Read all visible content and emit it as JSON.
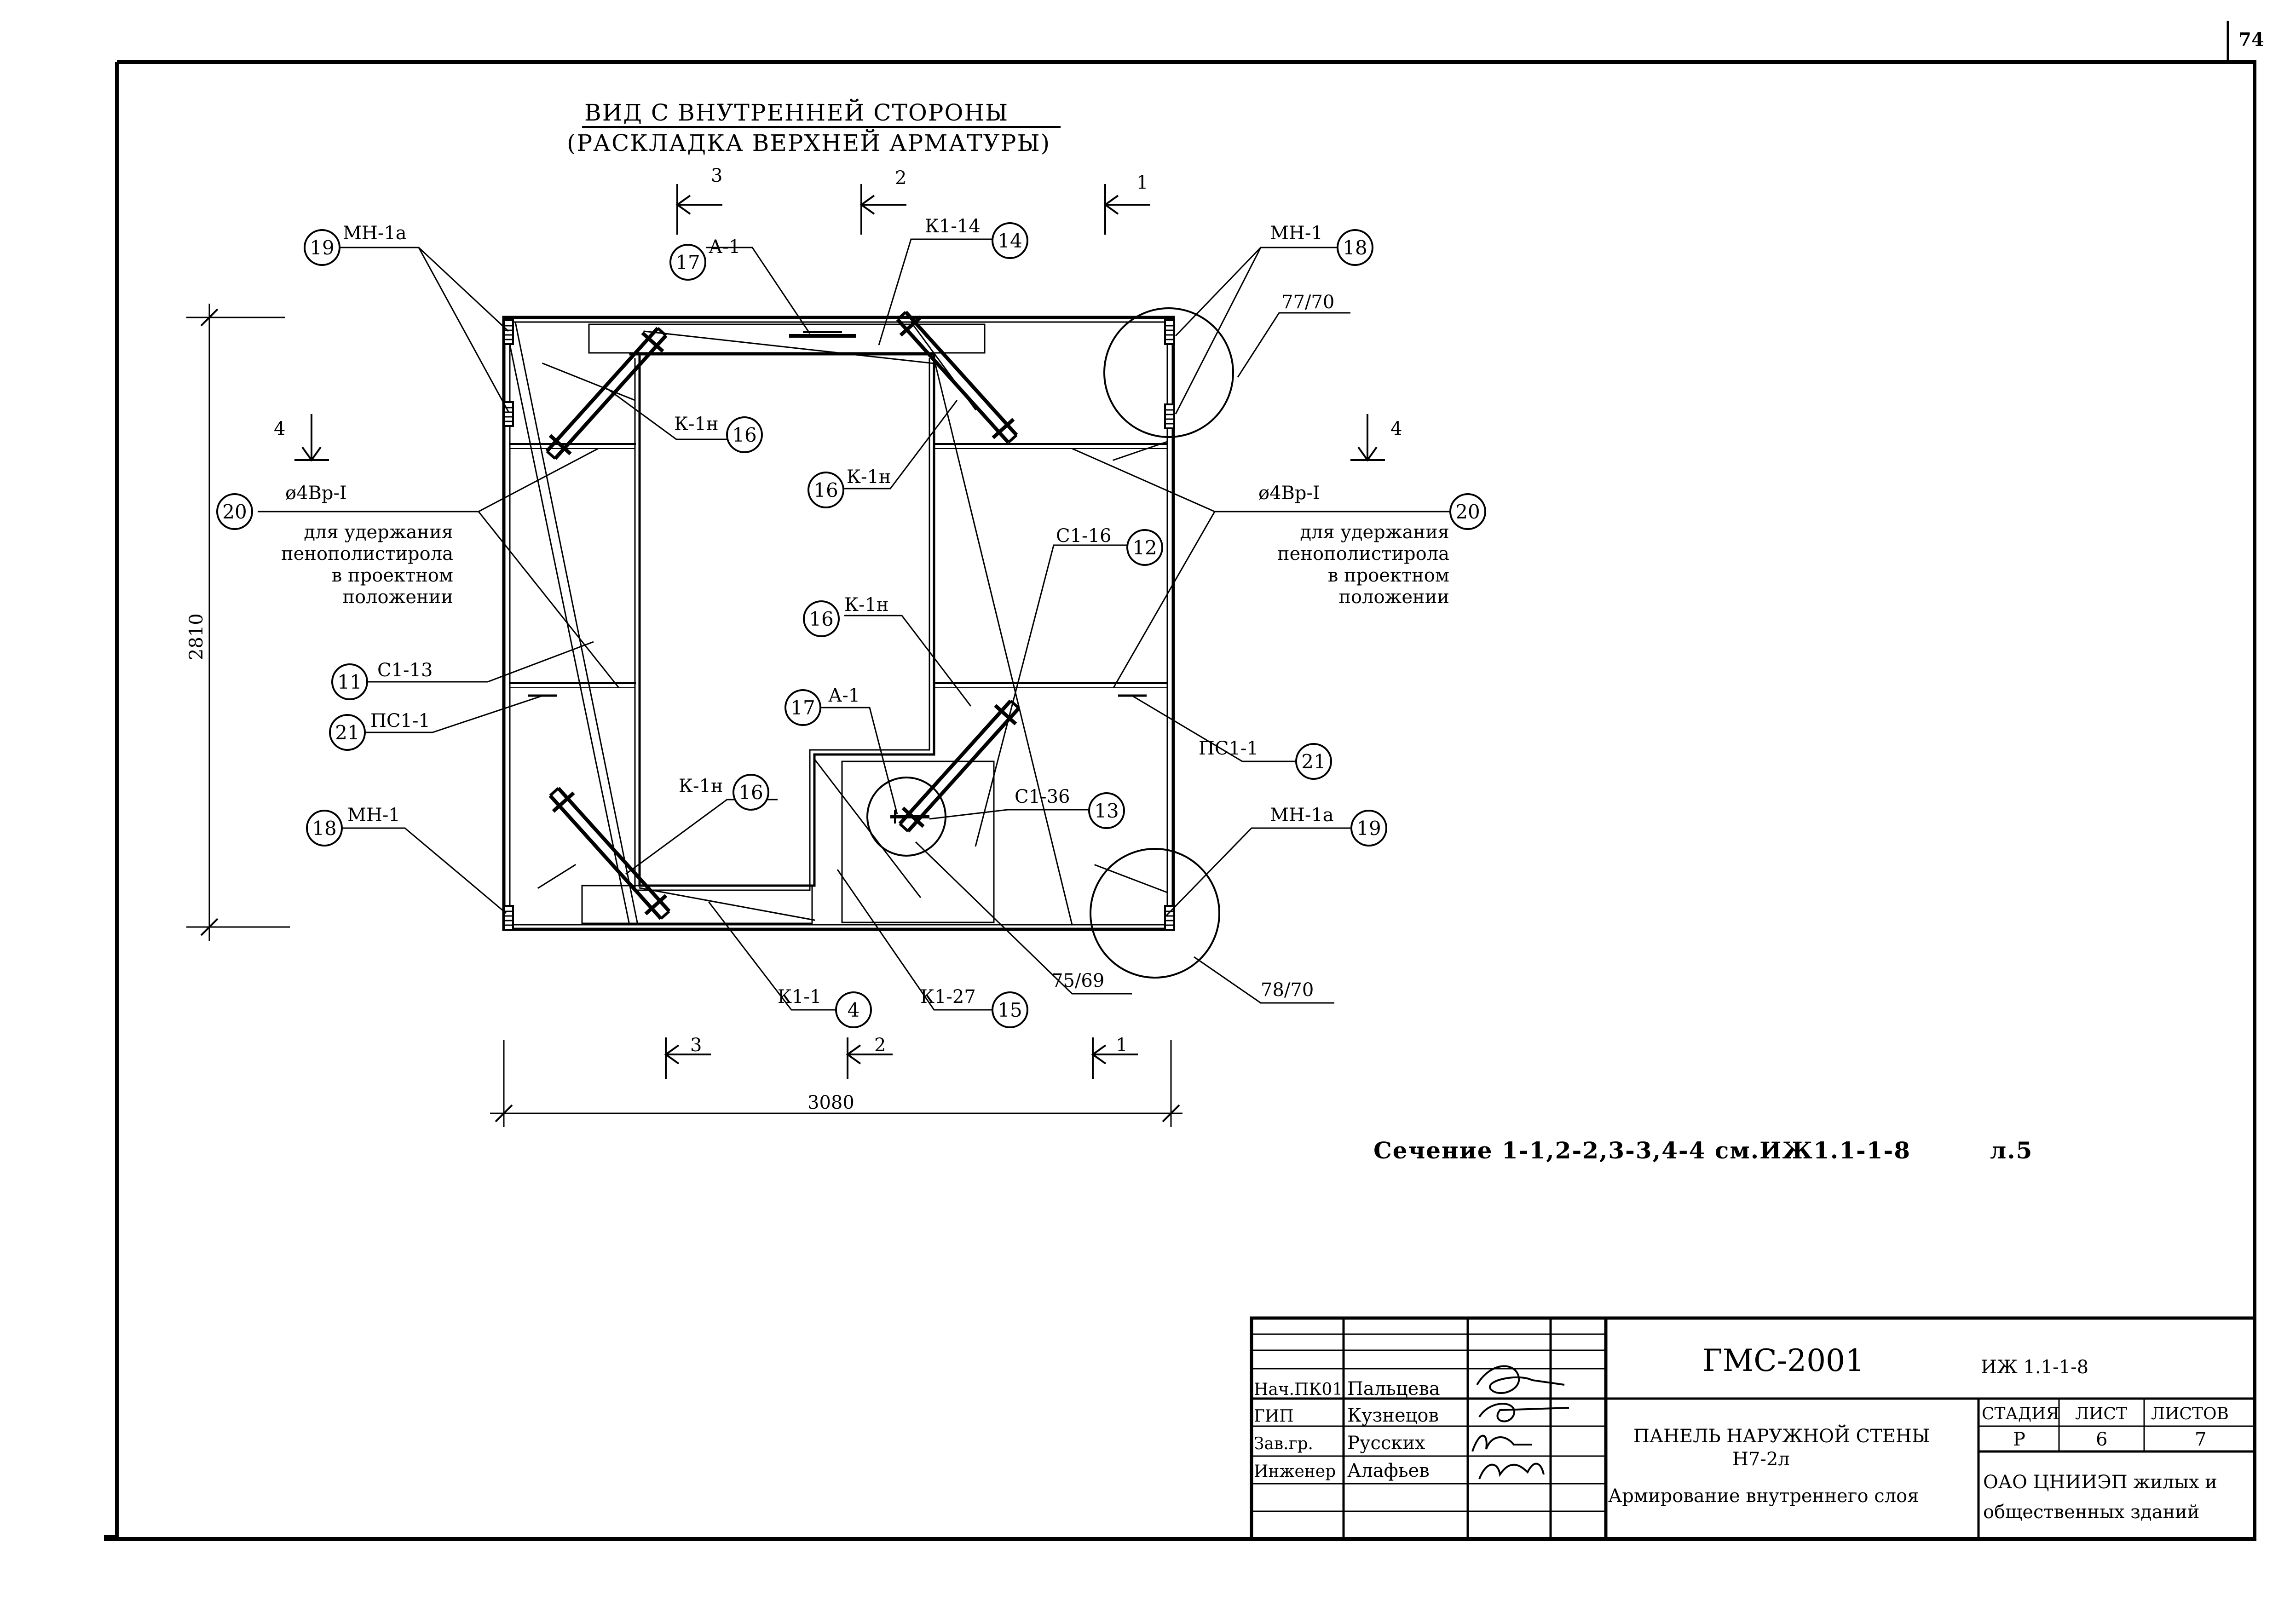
{
  "sheet_number": "74",
  "title": {
    "line1": "ВИД С ВНУТРЕННЕЙ СТОРОНЫ",
    "line2": "(РАСКЛАДКА ВЕРХНЕЙ АРМАТУРЫ)"
  },
  "section_marks": {
    "s1": "1",
    "s2": "2",
    "s3": "3",
    "s4": "4"
  },
  "dimensions": {
    "height": "2810",
    "width": "3080"
  },
  "labels": {
    "mn1a_tl": "МН-1а",
    "a1_top": "А-1",
    "k1_14": "К1-14",
    "mn1_tr": "МН-1",
    "r77_70": "77/70",
    "k1n_a": "К-1н",
    "k1n_b": "К-1н",
    "k1n_c": "К-1н",
    "k1n_d": "К-1н",
    "rebar_left": "ø4Вр-I",
    "rebar_right": "ø4Вр-I",
    "c1_16": "С1-16",
    "c1_13": "С1-13",
    "pc1_1_left": "ПС1-1",
    "pc1_1_right": "ПС1-1",
    "a1_mid": "А-1",
    "c1_36": "С1-36",
    "mn1_bl": "МН-1",
    "mn1a_br": "МН-1а",
    "k1_1": "К1-1",
    "k27": "К1-27",
    "r75_69": "75/69",
    "r78_70": "78/70"
  },
  "note_left": [
    "для удержания",
    "пенополистирола",
    "в проектном",
    "положении"
  ],
  "note_right": [
    "для удержания",
    "пенополистирола",
    "в проектном",
    "положении"
  ],
  "position_numbers": {
    "p19a": "19",
    "p17a": "17",
    "p14": "14",
    "p18a": "18",
    "p16a": "16",
    "p16b": "16",
    "p20a": "20",
    "p20b": "20",
    "p12": "12",
    "p16c": "16",
    "p11": "11",
    "p21a": "21",
    "p17b": "17",
    "p21b": "21",
    "p16d": "16",
    "p13": "13",
    "p18b": "18",
    "p19b": "19",
    "p4": "4",
    "p15": "15"
  },
  "section_note": {
    "text": "Сечение 1-1,2-2,3-3,4-4 см.ИЖ1.1-1-8",
    "sheet": "л.5"
  },
  "stamp": {
    "project": "ГМС-2001",
    "doc_code": "ИЖ 1.1-1-8",
    "roles": [
      "Нач.ПК01",
      "ГИП",
      "Зав.гр.",
      "Инженер"
    ],
    "names": [
      "Пальцева",
      "Кузнецов",
      "Русских",
      "Алафьев"
    ],
    "name_line1": "ПАНЕЛЬ НАРУЖНОЙ СТЕНЫ",
    "name_line2": "Н7-2л",
    "name_line3": "Армирование внутреннего слоя",
    "stage_header": "СТАДИЯ",
    "sheet_header": "ЛИСТ",
    "sheets_header": "ЛИСТОВ",
    "stage": "Р",
    "sheet": "6",
    "sheets": "7",
    "org_line1": "ОАО ЦНИИЭП жилых и",
    "org_line2": "общественных зданий"
  }
}
